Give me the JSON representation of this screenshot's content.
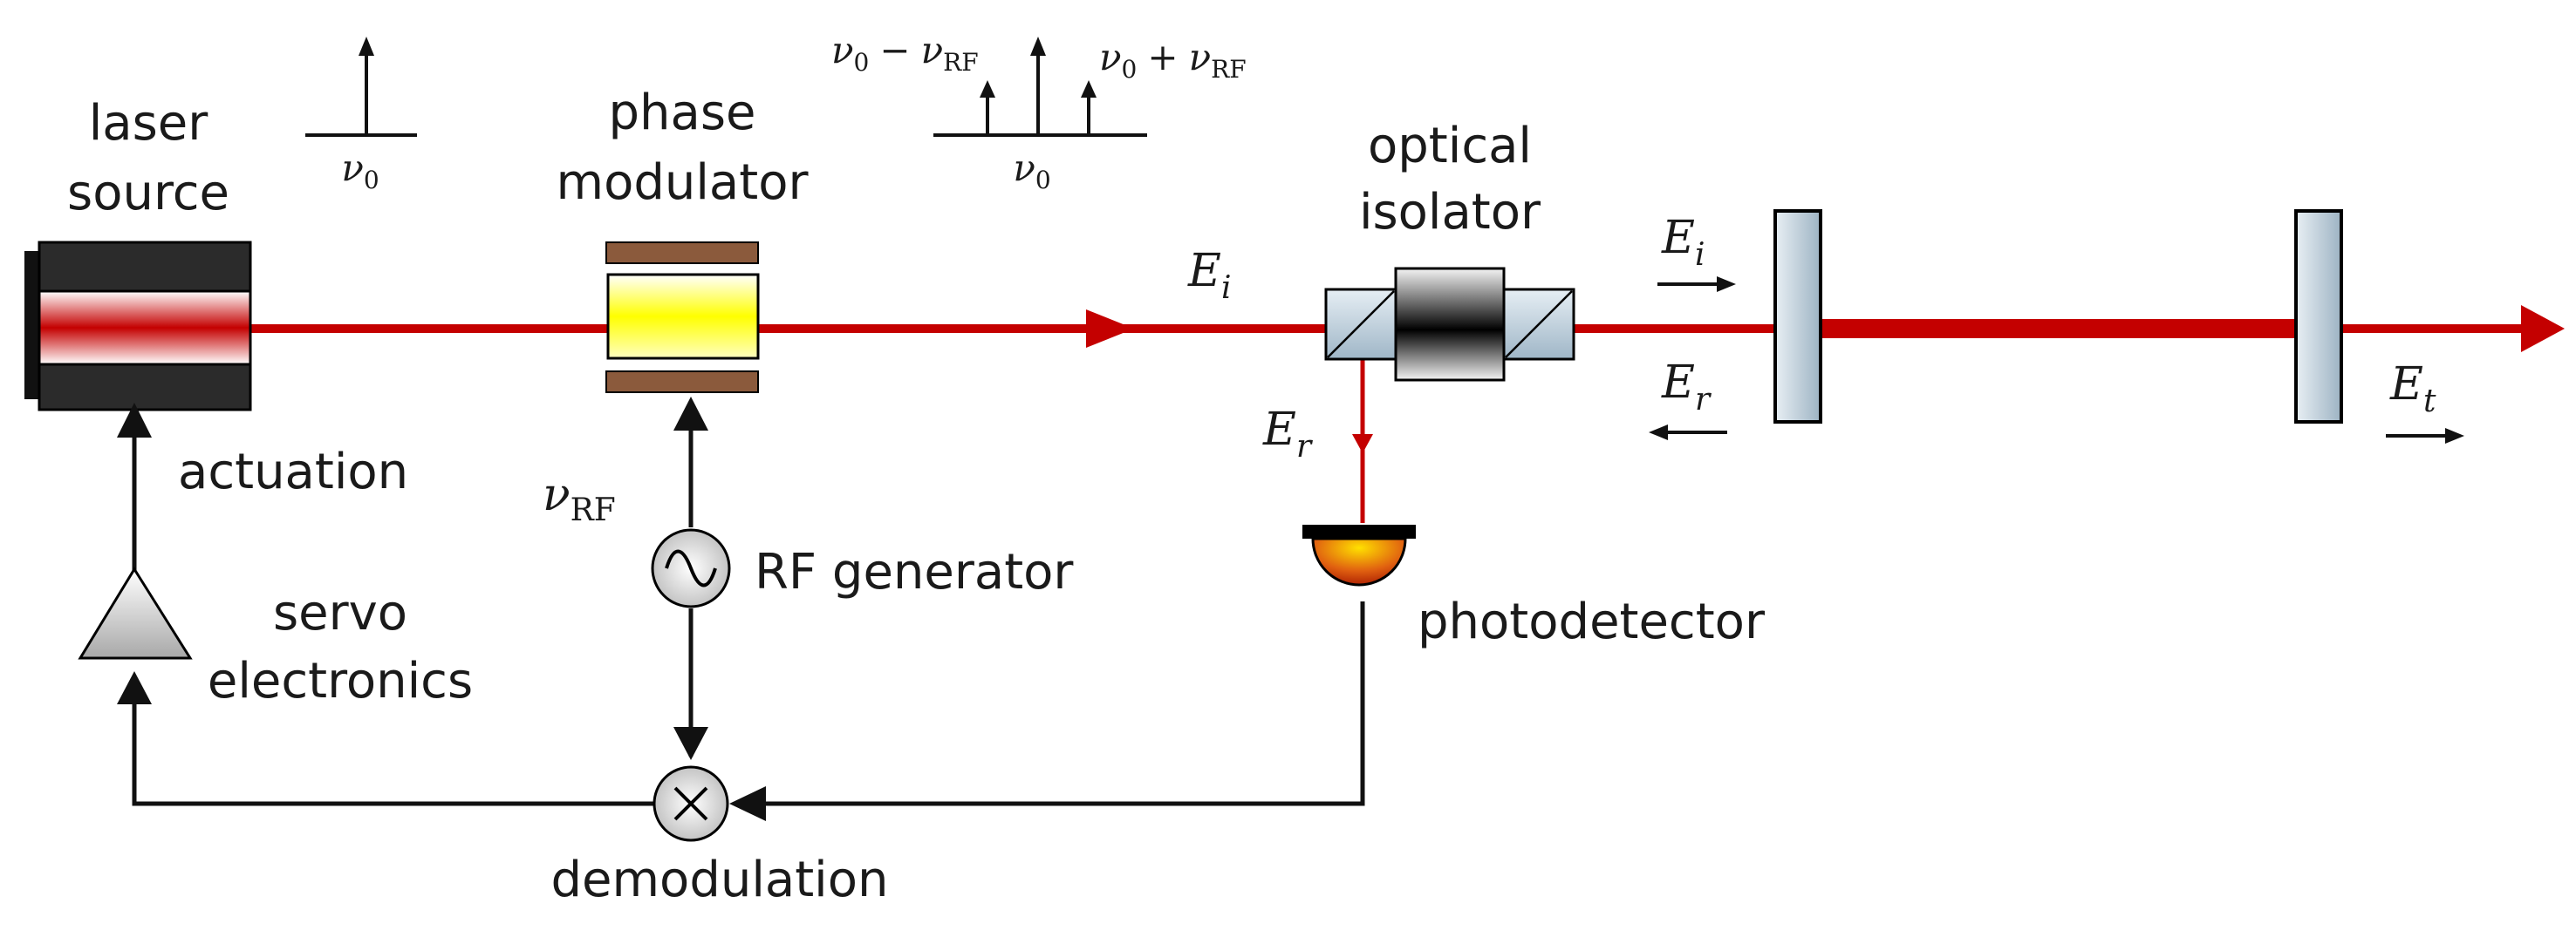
{
  "labels": {
    "laser_line1": "laser",
    "laser_line2": "source",
    "phase_line1": "phase",
    "phase_line2": "modulator",
    "isolator_line1": "optical",
    "isolator_line2": "isolator",
    "actuation": "actuation",
    "servo_line1": "servo",
    "servo_line2": "electronics",
    "rf_generator": "RF generator",
    "photodetector": "photodetector",
    "demodulation": "demodulation"
  },
  "math": {
    "nu": "ν",
    "sub_0": "0",
    "sub_RF": "RF",
    "minus": "−",
    "plus": "+",
    "E": "E",
    "sub_i": "i",
    "sub_r": "r",
    "sub_t": "t"
  },
  "colors": {
    "beam": "#c40000",
    "signal": "#111111",
    "modulator_plate": "#8b5a3c",
    "mirror": "#c8d6e0"
  }
}
